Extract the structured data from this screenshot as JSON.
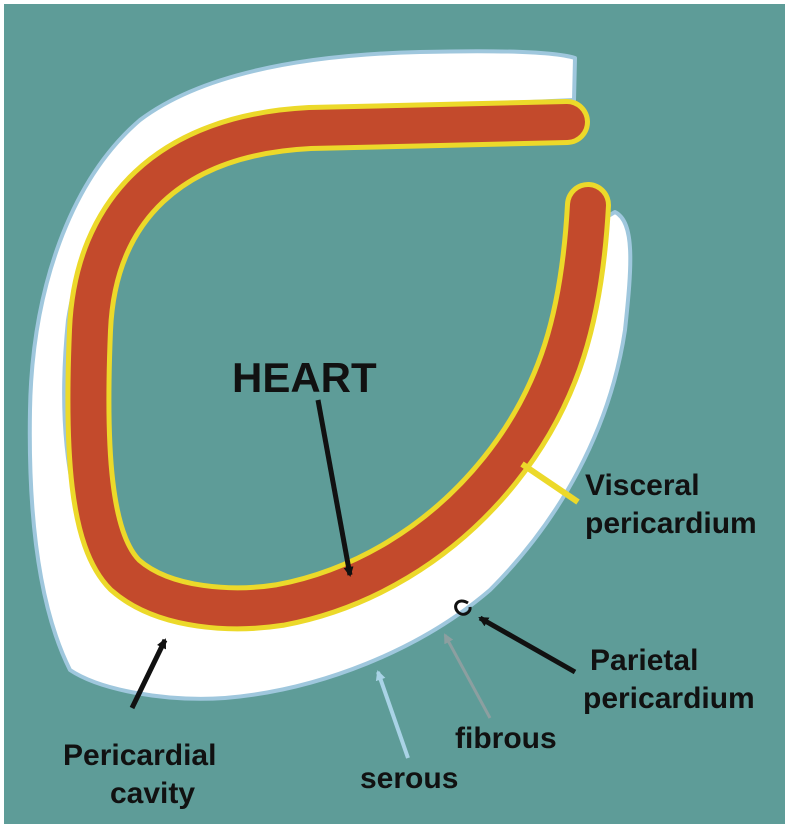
{
  "colors": {
    "background": "#5e9c98",
    "border": "#ffffff",
    "cavity": "#ffffff",
    "fibrous_outline": "#9fc7dd",
    "heart_wall": "#c34a2c",
    "visceral_layer": "#ecd92a",
    "arrow": "#111111",
    "serous_arrow": "#a9d3e6",
    "fibrous_arrow": "#8c9fa0",
    "visceral_arrow": "#ecd92a"
  },
  "labels": {
    "heart": "HEART",
    "visceral_line1": "Visceral",
    "visceral_line2": "pericardium",
    "parietal_line1": "Parietal",
    "parietal_line2": "pericardium",
    "fibrous": "fibrous",
    "serous": "serous",
    "cavity_line1": "Pericardial",
    "cavity_line2": "cavity"
  }
}
